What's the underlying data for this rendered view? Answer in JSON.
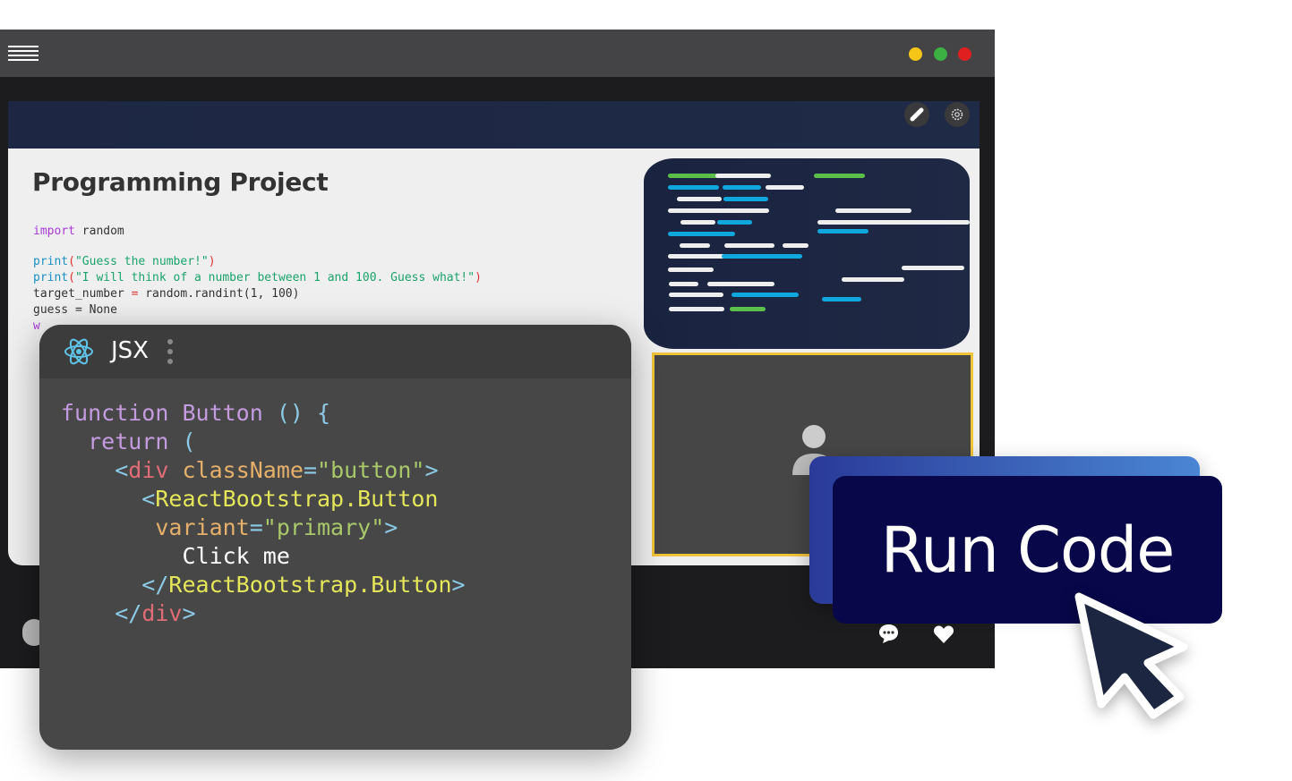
{
  "colors": {
    "dot_yellow": "#f5c518",
    "dot_green": "#3cb043",
    "dot_red": "#e02020",
    "accent_yellow": "#f0c43a",
    "run_button_bg": "#07074a"
  },
  "panel": {
    "title": "Programming Project"
  },
  "python_code": [
    [
      [
        "import",
        "#a63ad6"
      ],
      [
        " random",
        "#333"
      ]
    ],
    [],
    [
      [
        "print",
        "#1a8fc4"
      ],
      [
        "(",
        "#d33"
      ],
      [
        "\"Guess the number!\"",
        "#1aa36b"
      ],
      [
        ")",
        "#d33"
      ]
    ],
    [
      [
        "print",
        "#1a8fc4"
      ],
      [
        "(",
        "#d33"
      ],
      [
        "\"I will think of a number between 1 and 100. Guess what!\"",
        "#1aa36b"
      ],
      [
        ")",
        "#d33"
      ]
    ],
    [
      [
        "target_number ",
        "#333"
      ],
      [
        "=",
        "#d33"
      ],
      [
        " random.randint(1, 100)",
        "#333"
      ]
    ],
    [
      [
        "guess = None",
        "#333"
      ]
    ],
    [
      [
        "w",
        "#a63ad6"
      ]
    ]
  ],
  "jsx": {
    "title": "JSX",
    "code": [
      [
        [
          "function ",
          "#c59be0"
        ],
        [
          "Button ",
          "#c59be0"
        ],
        [
          "() ",
          "#8ccbe8"
        ],
        [
          "{",
          "#8ccbe8"
        ]
      ],
      [
        [
          "  return ",
          "#c59be0"
        ],
        [
          "(",
          "#8ccbe8"
        ]
      ],
      [
        [
          "    <",
          "#8ccbe8"
        ],
        [
          "div ",
          "#e06c75"
        ],
        [
          "className",
          "#e5b06a"
        ],
        [
          "=",
          "#8ccbe8"
        ],
        [
          "\"button\"",
          "#a8c86a"
        ],
        [
          ">",
          "#8ccbe8"
        ]
      ],
      [
        [
          "      <",
          "#8ccbe8"
        ],
        [
          "ReactBootstrap.Button",
          "#e6e65a"
        ]
      ],
      [
        [
          "       variant",
          "#e5b06a"
        ],
        [
          "=",
          "#8ccbe8"
        ],
        [
          "\"primary\"",
          "#a8c86a"
        ],
        [
          ">",
          "#8ccbe8"
        ]
      ],
      [
        [
          "         Click me",
          "#ffffff"
        ]
      ],
      [
        [
          "      </",
          "#8ccbe8"
        ],
        [
          "ReactBootstrap.Button",
          "#e6e65a"
        ],
        [
          ">",
          "#8ccbe8"
        ]
      ],
      [
        [
          "    </",
          "#8ccbe8"
        ],
        [
          "div",
          "#e06c75"
        ],
        [
          ">",
          "#8ccbe8"
        ]
      ]
    ]
  },
  "run_button": {
    "label": "Run Code"
  },
  "icons": {
    "menu": "hamburger-icon",
    "link": "link-icon",
    "settings": "gear-icon",
    "react": "react-icon",
    "more": "kebab-icon",
    "chat": "chat-bubble-icon",
    "like": "heart-icon",
    "user": "user-icon",
    "cursor": "pointer-cursor-icon"
  }
}
